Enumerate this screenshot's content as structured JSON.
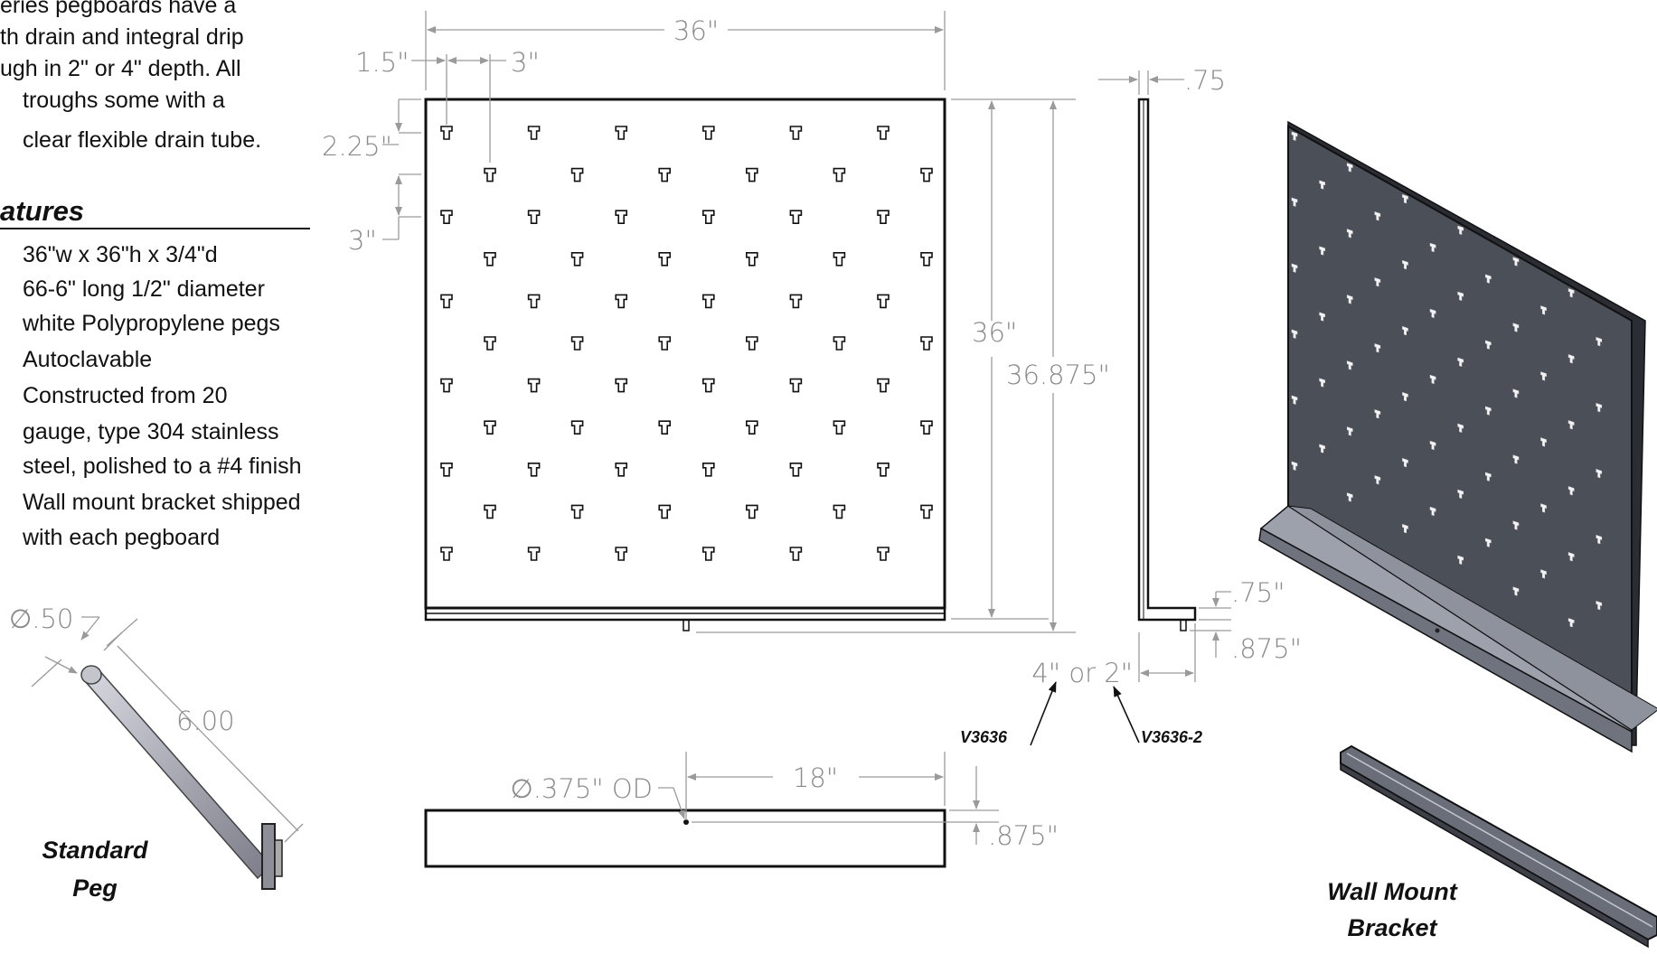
{
  "intro": {
    "lines": [
      "eries pegboards have a",
      "th drain and integral drip",
      "ugh in 2\" or 4\" depth. All",
      "troughs some with a",
      "clear flexible drain tube."
    ]
  },
  "features": {
    "heading": "atures",
    "lines": [
      "36\"w x 36\"h x 3/4\"d",
      "66-6\" long 1/2\" diameter",
      "white Polypropylene pegs",
      "Autoclavable",
      "Constructed from 20",
      "gauge, type 304 stainless",
      "steel, polished to a #4 finish",
      "Wall mount bracket shipped",
      "with each pegboard"
    ]
  },
  "front_view": {
    "width_label": "36\"",
    "edge_offset_label": "1.5\"",
    "col_spacing_label": "3\"",
    "top_offset_label": "2.25\"",
    "row_spacing_label": "3\"",
    "board_height_label": "36\"",
    "overall_height_label": "36.875\"",
    "odd_row_pegs": 6,
    "even_row_pegs": 6,
    "rows": 11
  },
  "side_view": {
    "thickness_label": ".75",
    "trough_height_label": ".75\"",
    "drain_length_label": ".875\"",
    "depth_label": "4\" or 2\"",
    "model_4in": "V3636",
    "model_2in": "V3636-2"
  },
  "bottom_view": {
    "drain_label": "∅.375\" OD",
    "center_label": "18\"",
    "offset_label": ".875\""
  },
  "peg": {
    "diameter_label": "∅.50",
    "length_label": "6.00",
    "caption_line1": "Standard",
    "caption_line2": "Peg"
  },
  "bracket": {
    "caption_line1": "Wall Mount",
    "caption_line2": "Bracket"
  },
  "colors": {
    "board_face": "#4b4f57",
    "board_edge": "#2a2d33",
    "trough": "#7a7f8a",
    "dimension": "#8a8a8a"
  }
}
